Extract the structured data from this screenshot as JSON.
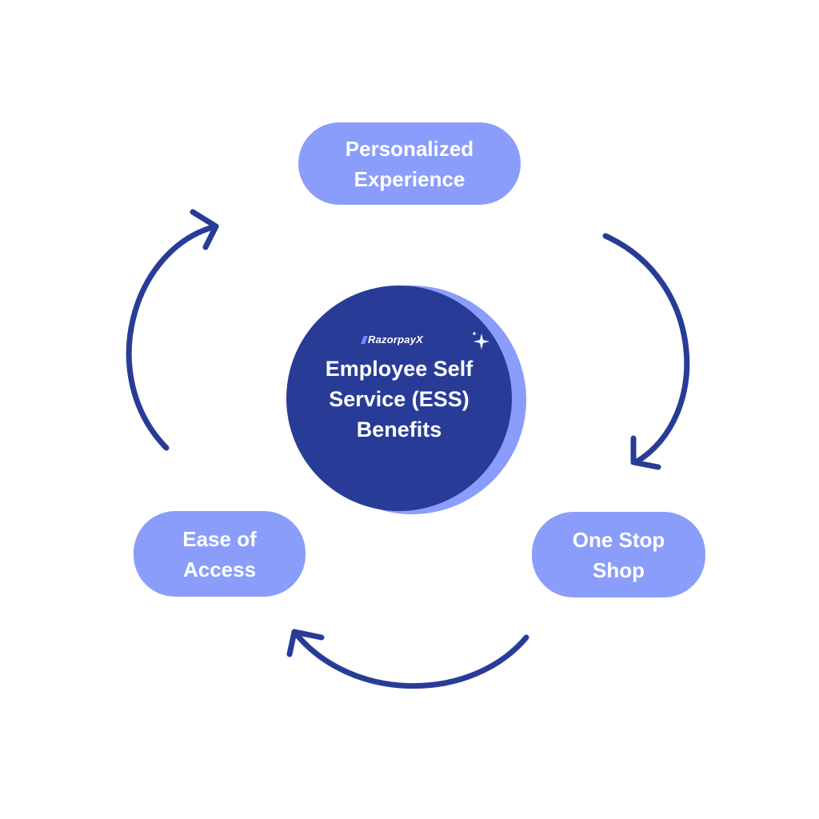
{
  "diagram": {
    "center": {
      "brand": "RazorpayX",
      "title_lines": [
        "Employee Self",
        "Service (ESS)",
        "Benefits"
      ]
    },
    "nodes": {
      "top": {
        "lines": [
          "Personalized",
          "Experience"
        ]
      },
      "right": {
        "lines": [
          "One Stop",
          "Shop"
        ]
      },
      "left": {
        "lines": [
          "Ease of",
          "Access"
        ]
      }
    },
    "colors": {
      "background": "#ffffff",
      "pill": "#8b9dfb",
      "circle": "#283c97",
      "circle_shadow": "#8b9dfb",
      "arrow": "#283c97",
      "text": "#ffffff"
    },
    "icons": [
      "sparkle-icon",
      "razorpay-logo-mark",
      "arrow-icon"
    ]
  }
}
